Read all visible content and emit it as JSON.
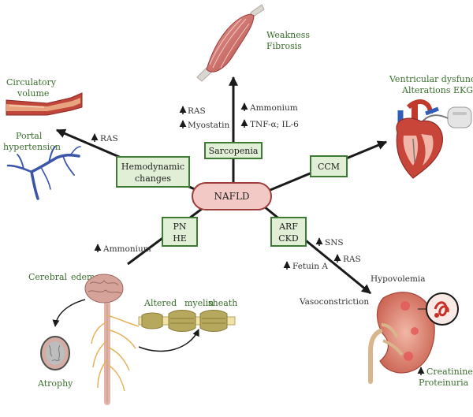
{
  "center": {
    "label": "NAFLD"
  },
  "boxes": {
    "sarcopenia": "Sarcopenia",
    "hemodynamic_line1": "Hemodynamic",
    "hemodynamic_line2": "changes",
    "ccm": "CCM",
    "pn_line1": "PN",
    "pn_line2": "HE",
    "arf_line1": "ARF",
    "arf_line2": "CKD"
  },
  "muscle": {
    "line1": "Weakness",
    "line2": "Fibrosis"
  },
  "mediators": {
    "sarcopenia_left": [
      "RAS",
      "Myostatin"
    ],
    "sarcopenia_right": [
      "Ammonium",
      "TNF-α; IL-6"
    ],
    "hemodynamic": [
      "RAS"
    ],
    "pn": [
      "Ammonium"
    ],
    "arf_sns": "SNS",
    "arf_ras": "RAS",
    "arf_fetuin": "Fetuin A"
  },
  "vessel": {
    "line1": "Circulatory",
    "line2": "volume"
  },
  "portal": {
    "line1": "Portal",
    "line2": "hypertension"
  },
  "heart": {
    "line1": "Ventricular dysfunction",
    "line2": "Alterations EKG"
  },
  "brain": {
    "edema_word1": "Cerebral",
    "edema_word2": "edema",
    "atrophy": "Atrophy",
    "myelin_words": [
      "Altered",
      "myelin",
      "sheath"
    ]
  },
  "kidney": {
    "hypovolemia": "Hypovolemia",
    "vasoconstriction": "Vasoconstriction",
    "creatinine": "Creatinine",
    "proteinuria": "Proteinuria"
  }
}
